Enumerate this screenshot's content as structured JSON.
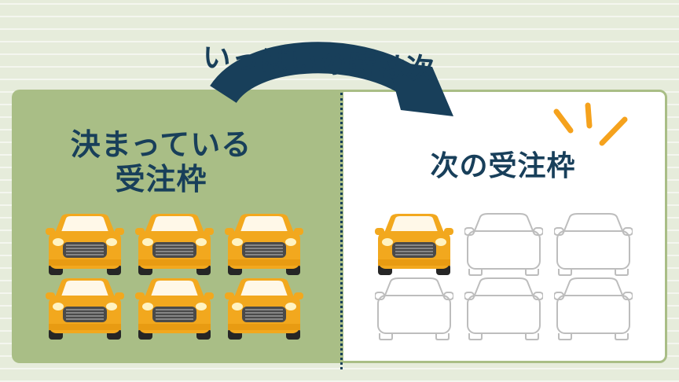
{
  "arrow_label": "いっぱいの時は次",
  "left_panel": {
    "title_line1": "決まっている",
    "title_line2": "受注枠"
  },
  "right_panel": {
    "title": "次の受注枠"
  },
  "colors": {
    "background": "#e6ecdb",
    "left_panel": "#a9be86",
    "navy": "#183f5a",
    "car_orange": "#f2a81e",
    "spark_orange": "#f5a21d",
    "outline_gray": "#bdbdbd"
  },
  "left_cars": {
    "filled": 6,
    "total": 6
  },
  "right_cars": {
    "filled": 1,
    "total": 6
  },
  "icons": [
    "car-icon",
    "car-outline-icon",
    "curved-arrow-icon",
    "spark-icon"
  ]
}
